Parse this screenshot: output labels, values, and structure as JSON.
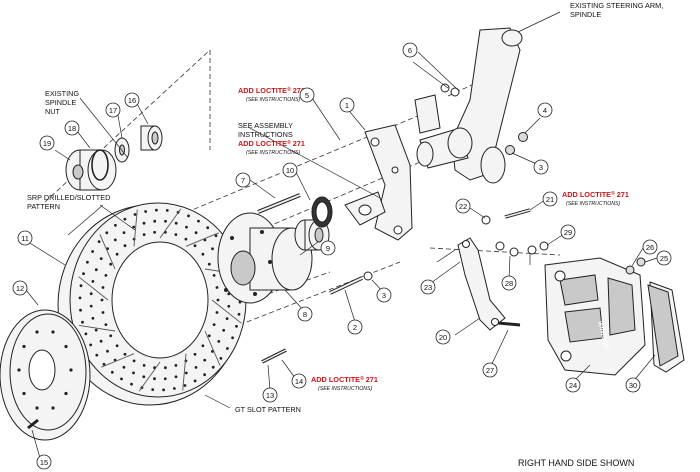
{
  "labels": {
    "steering_arm": [
      "EXISTING STEERING ARM,",
      "SPINDLE"
    ],
    "spindle_nut": [
      "EXISTING",
      "SPINDLE",
      "NUT"
    ],
    "srp_pattern": [
      "SRP DRILLED/SLOTTED",
      "PATTERN"
    ],
    "gt_slot": "GT SLOT PATTERN",
    "assembly": [
      "SEE ASSEMBLY",
      "INSTRUCTIONS"
    ],
    "loctite_main": "ADD LOCTITE",
    "loctite_sup": "®",
    "loctite_num": "271",
    "loctite_note": "(SEE INSTRUCTIONS)"
  },
  "footer": "RIGHT HAND SIDE SHOWN",
  "callouts": [
    "1",
    "2",
    "3",
    "3",
    "4",
    "5",
    "6",
    "7",
    "8",
    "9",
    "10",
    "11",
    "12",
    "13",
    "14",
    "15",
    "16",
    "17",
    "18",
    "19",
    "20",
    "21",
    "22",
    "23",
    "24",
    "25",
    "26",
    "27",
    "28",
    "29",
    "30"
  ],
  "colors": {
    "accent_red": "#d0151b",
    "ink": "#222222"
  }
}
